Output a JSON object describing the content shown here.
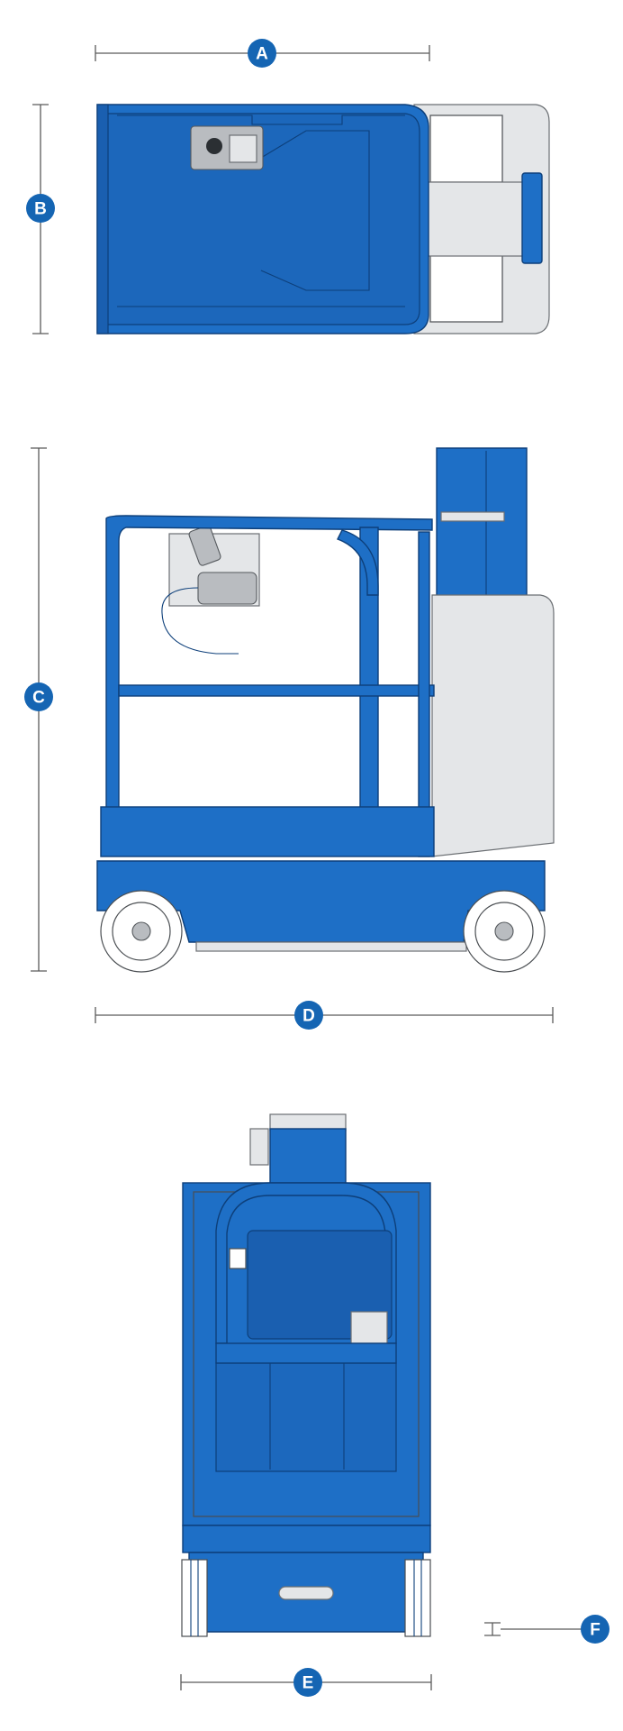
{
  "dimension_labels": {
    "a": "A",
    "b": "B",
    "c": "C",
    "d": "D",
    "e": "E",
    "f": "F"
  },
  "colors": {
    "machine_blue": "#1e6fc6",
    "badge_blue": "#1565b3",
    "panel_grey": "#e4e6e8",
    "dimension_line": "#5a5a5a"
  }
}
